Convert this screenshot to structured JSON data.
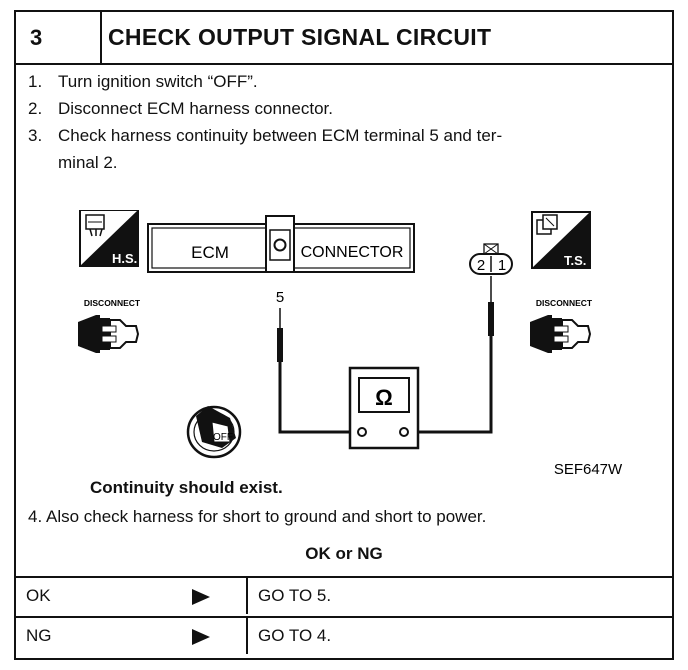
{
  "header": {
    "step_number": "3",
    "title": "CHECK OUTPUT SIGNAL CIRCUIT"
  },
  "steps": [
    {
      "num": "1.",
      "text": "Turn ignition switch “OFF”."
    },
    {
      "num": "2.",
      "text": "Disconnect ECM harness connector."
    },
    {
      "num": "3.",
      "text": "Check harness continuity between ECM terminal 5 and ter-"
    },
    {
      "num": "",
      "text": "minal 2."
    }
  ],
  "diagram": {
    "left_badge": "H.S.",
    "right_badge": "T.S.",
    "left_disconnect": "DISCONNECT",
    "right_disconnect": "DISCONNECT",
    "ecm_label": "ECM",
    "connector_label": "CONNECTOR",
    "ecm_terminal": "5",
    "sensor_terminal_a": "2",
    "sensor_terminal_b": "1",
    "meter_symbol": "Ω",
    "ignition_label": "OFF",
    "figure_id": "SEF647W"
  },
  "result_note": "Continuity should exist.",
  "step4": {
    "num": "4.",
    "text": "Also check harness for short to ground and short to power."
  },
  "decision": {
    "question": "OK or NG",
    "rows": [
      {
        "result": "OK",
        "action": "GO TO 5."
      },
      {
        "result": "NG",
        "action": "GO TO 4."
      }
    ]
  }
}
